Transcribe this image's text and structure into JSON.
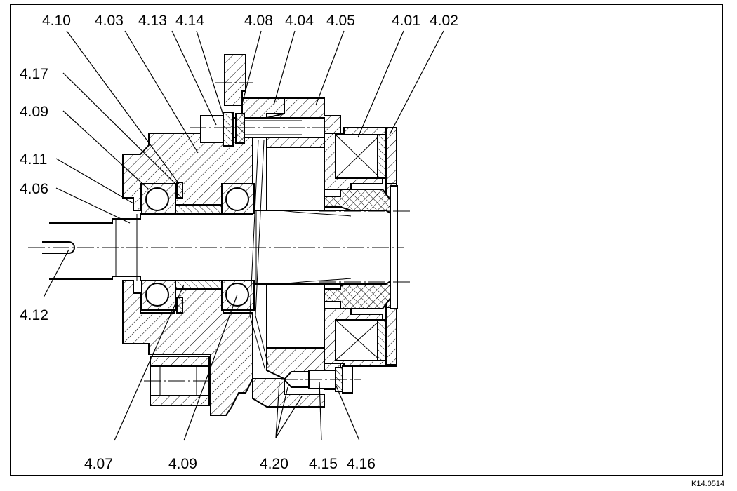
{
  "drawing_ref": "K14.0514",
  "callouts": {
    "c_4_10": "4.10",
    "c_4_03": "4.03",
    "c_4_13": "4.13",
    "c_4_14": "4.14",
    "c_4_08": "4.08",
    "c_4_04": "4.04",
    "c_4_05": "4.05",
    "c_4_01": "4.01",
    "c_4_02": "4.02",
    "c_4_17": "4.17",
    "c_4_09_top": "4.09",
    "c_4_11": "4.11",
    "c_4_06": "4.06",
    "c_4_12": "4.12",
    "c_4_07": "4.07",
    "c_4_09_bottom": "4.09",
    "c_4_20": "4.20",
    "c_4_15": "4.15",
    "c_4_16": "4.16"
  }
}
